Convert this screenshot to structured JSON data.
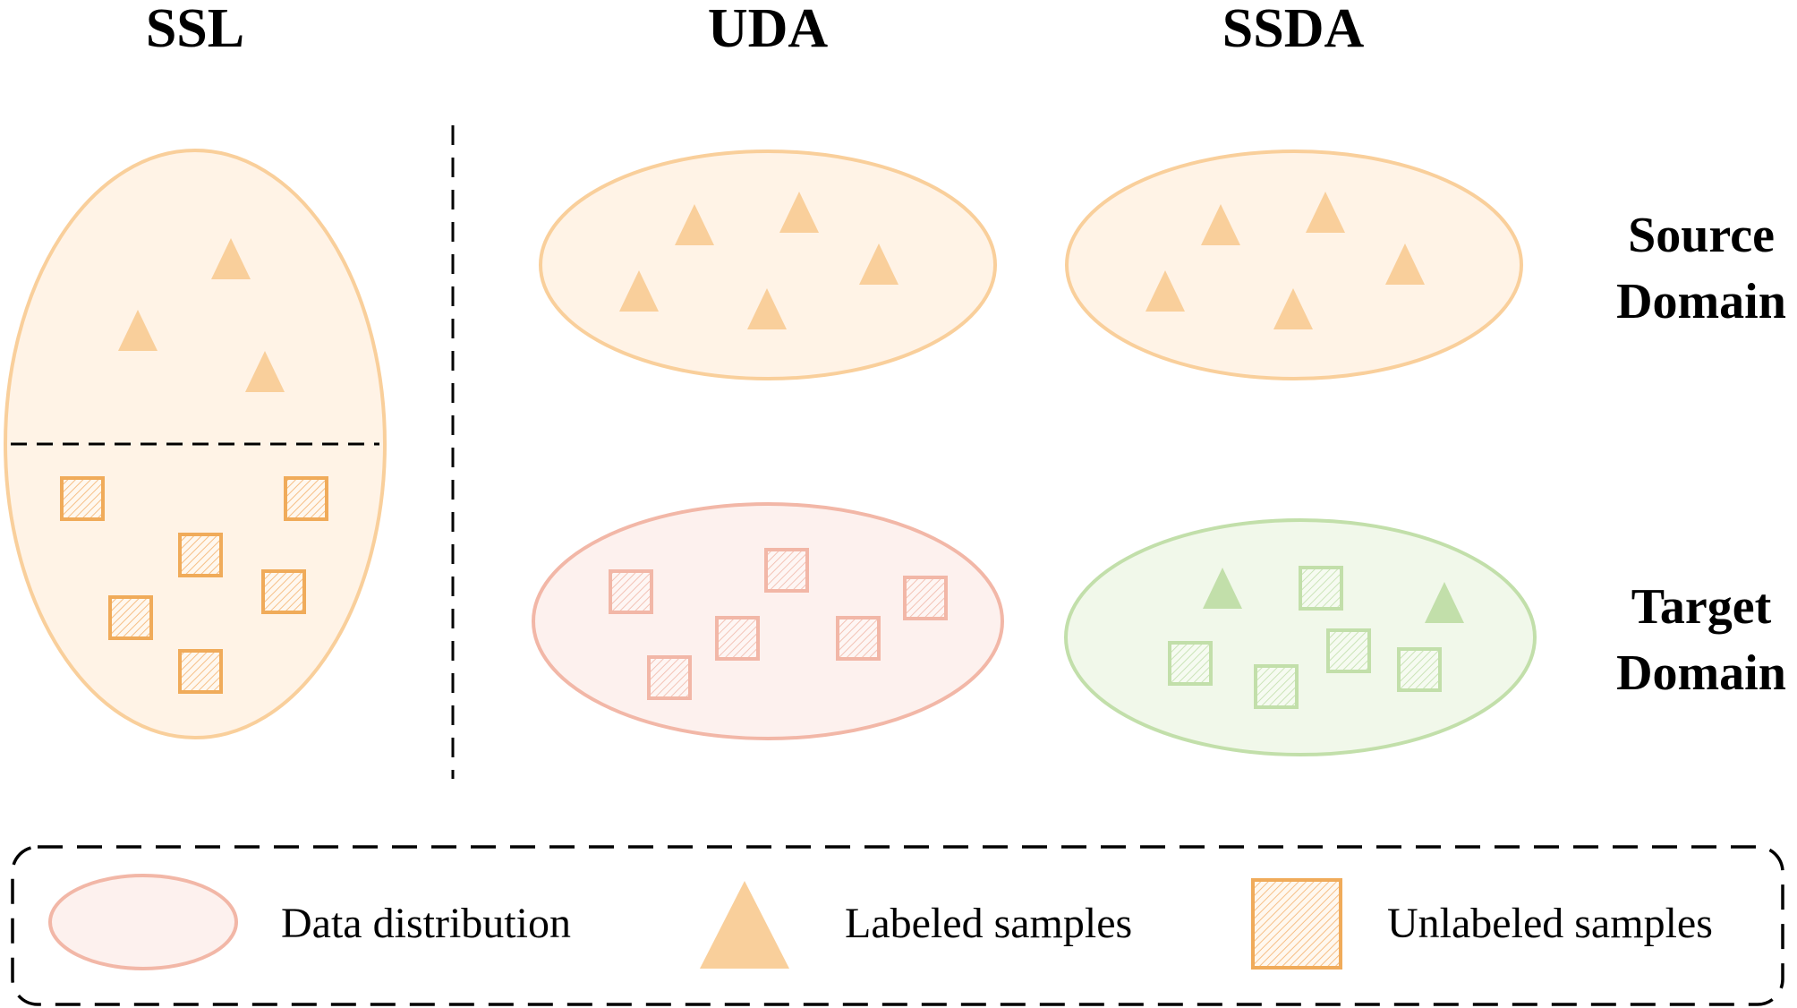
{
  "titles": {
    "ssl": "SSL",
    "uda": "UDA",
    "ssda": "SSDA"
  },
  "row_labels": {
    "source": {
      "line1": "Source",
      "line2": "Domain"
    },
    "target": {
      "line1": "Target",
      "line2": "Domain"
    }
  },
  "legend": {
    "distribution": "Data distribution",
    "labeled": "Labeled samples",
    "unlabeled": "Unlabeled samples"
  },
  "colors": {
    "orange_fill": "#fff3e6",
    "orange_stroke": "#f9cf9b",
    "orange_shape": "#f9cf9b",
    "orange_square_stroke": "#f0ab5a",
    "pink_fill": "#fdf1ee",
    "pink_stroke": "#f2b7a7",
    "green_fill": "#f1f8ea",
    "green_stroke": "#c2dfaa",
    "green_shape": "#c2dfaa"
  },
  "icons": [
    "triangle-icon",
    "hatched-square-icon",
    "ellipse-icon"
  ]
}
